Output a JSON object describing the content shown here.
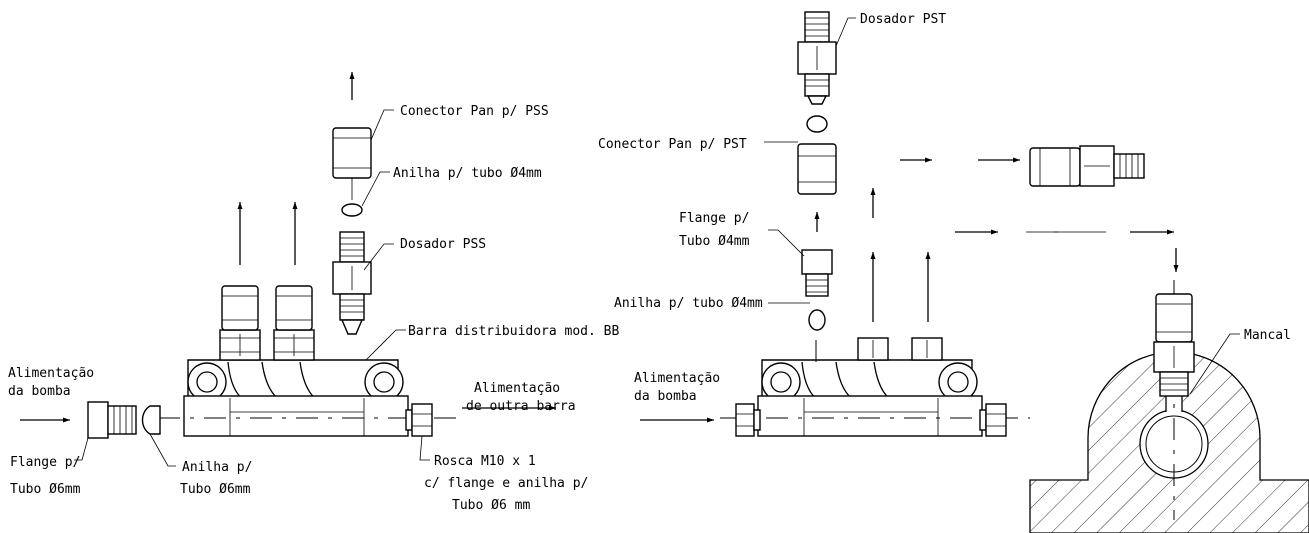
{
  "left_assembly": {
    "labels": {
      "conector_pss": "Conector Pan p/ PSS",
      "anilha_4mm": "Anilha p/ tubo Ø4mm",
      "dosador_pss": "Dosador PSS",
      "barra": "Barra distribuidora mod. BB",
      "alim_bomba_1": "Alimentação",
      "alim_bomba_2": "da bomba",
      "alim_outra_1": "Alimentação",
      "alim_outra_2": "de outra barra",
      "flange_6_1": "Flange p/",
      "flange_6_2": "Tubo Ø6mm",
      "anilha_6_1": "Anilha p/",
      "anilha_6_2": "Tubo Ø6mm",
      "rosca_1": "Rosca M10 x 1",
      "rosca_2": "c/ flange e anilha p/",
      "rosca_3": "Tubo Ø6 mm"
    }
  },
  "right_assembly": {
    "labels": {
      "dosador_pst": "Dosador PST",
      "conector_pst": "Conector Pan p/ PST",
      "flange_4_1": "Flange p/",
      "flange_4_2": "Tubo Ø4mm",
      "anilha_4mm": "Anilha p/ tubo Ø4mm",
      "alim_bomba_1": "Alimentação",
      "alim_bomba_2": "da bomba",
      "mancal": "Mancal"
    }
  }
}
